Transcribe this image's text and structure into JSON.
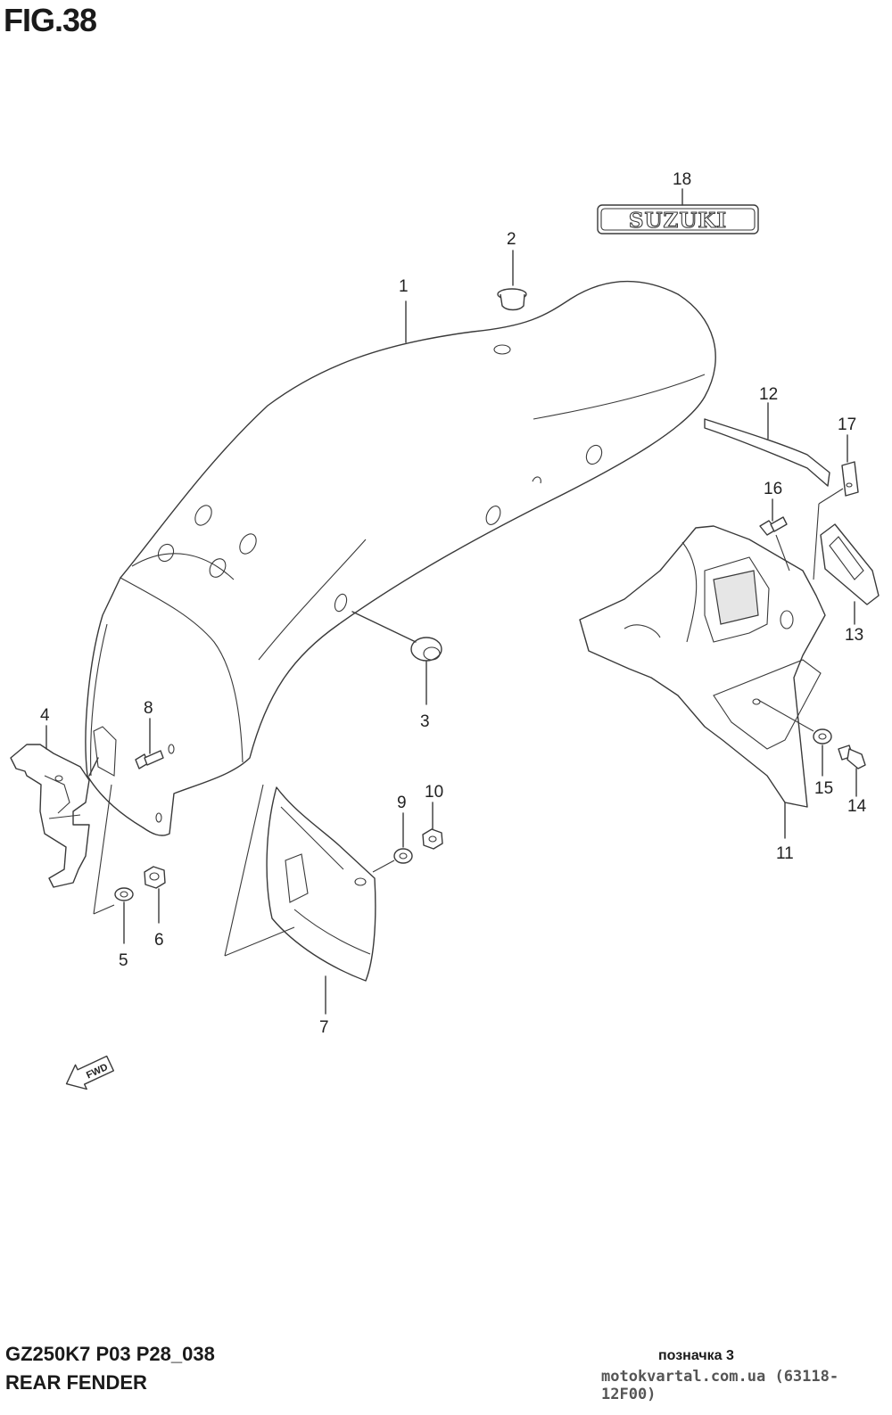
{
  "figure": {
    "title": "FIG.38"
  },
  "callouts": {
    "c1": "1",
    "c2": "2",
    "c3": "3",
    "c4": "4",
    "c5": "5",
    "c6": "6",
    "c7": "7",
    "c8": "8",
    "c9": "9",
    "c10": "10",
    "c11": "11",
    "c12": "12",
    "c13": "13",
    "c14": "14",
    "c15": "15",
    "c16": "16",
    "c17": "17",
    "c18": "18"
  },
  "emblem": {
    "text": "SUZUKI"
  },
  "direction_arrow": {
    "text": "FWD"
  },
  "footer": {
    "model": "GZ250K7 P03 P28_038",
    "name": "REAR FENDER",
    "mark": "позначка 3",
    "site": "motokvartal.com.ua (63118-12F00)"
  }
}
